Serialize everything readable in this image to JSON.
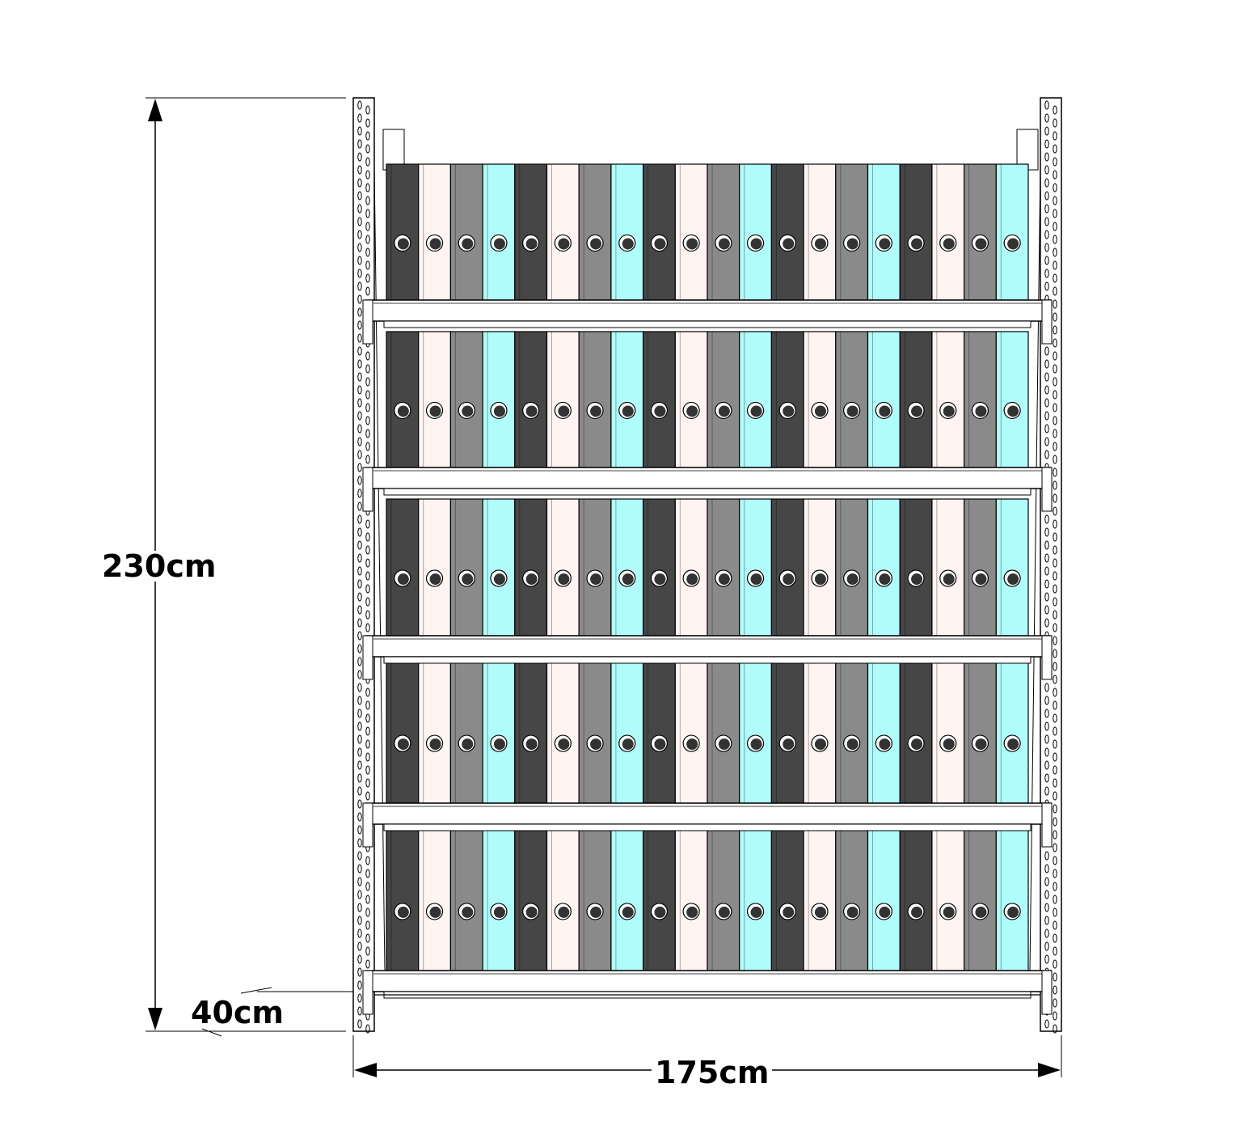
{
  "dimensions": {
    "height": "230cm",
    "width": "175cm",
    "depth": "40cm"
  },
  "shelving": {
    "shelf_levels": 5,
    "binders_per_shelf": 20,
    "binder_color_cycle": [
      "#464646",
      "#fff4f2",
      "#8a8a8a",
      "#b0fcfa"
    ],
    "upright_color": "#ffffff",
    "beam_color": "#ffffff",
    "line_color": "#000000"
  }
}
